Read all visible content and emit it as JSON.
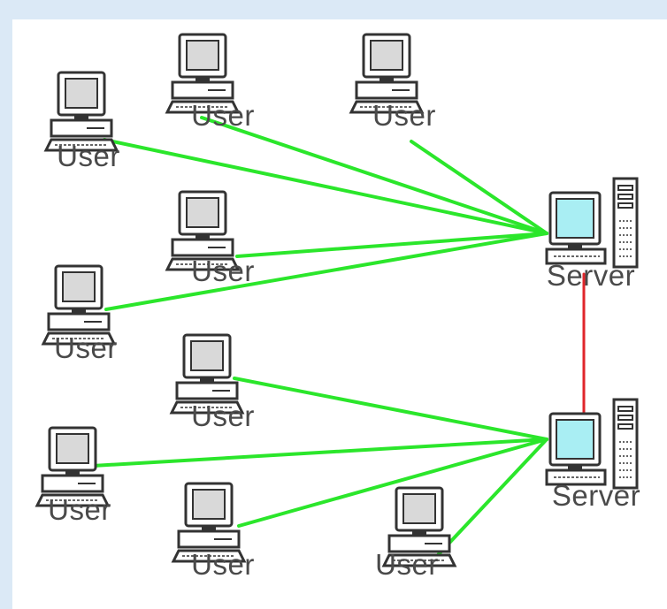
{
  "colors": {
    "frame": "#dbe9f6",
    "user_link": "#2be62b",
    "server_link": "#e0262b",
    "screen_user": "#d9d9d9",
    "screen_server": "#a9eef3",
    "outline": "#333333"
  },
  "users": [
    {
      "id": "u1",
      "label": "User",
      "icon": "desktop-computer-icon"
    },
    {
      "id": "u2",
      "label": "User",
      "icon": "desktop-computer-icon"
    },
    {
      "id": "u3",
      "label": "User",
      "icon": "desktop-computer-icon"
    },
    {
      "id": "u4",
      "label": "User",
      "icon": "desktop-computer-icon"
    },
    {
      "id": "u5",
      "label": "User",
      "icon": "desktop-computer-icon"
    },
    {
      "id": "u6",
      "label": "User",
      "icon": "desktop-computer-icon"
    },
    {
      "id": "u7",
      "label": "User",
      "icon": "desktop-computer-icon"
    },
    {
      "id": "u8",
      "label": "User",
      "icon": "desktop-computer-icon"
    },
    {
      "id": "u9",
      "label": "User",
      "icon": "desktop-computer-icon"
    }
  ],
  "servers": [
    {
      "id": "s1",
      "label": "Server",
      "icon": "server-tower-icon"
    },
    {
      "id": "s2",
      "label": "Server",
      "icon": "server-tower-icon"
    }
  ],
  "links": [
    {
      "from": "u1",
      "to": "s1",
      "kind": "user"
    },
    {
      "from": "u2",
      "to": "s1",
      "kind": "user"
    },
    {
      "from": "u3",
      "to": "s1",
      "kind": "user"
    },
    {
      "from": "u4",
      "to": "s1",
      "kind": "user"
    },
    {
      "from": "u5",
      "to": "s1",
      "kind": "user"
    },
    {
      "from": "u6",
      "to": "s2",
      "kind": "user"
    },
    {
      "from": "u7",
      "to": "s2",
      "kind": "user"
    },
    {
      "from": "u8",
      "to": "s2",
      "kind": "user"
    },
    {
      "from": "u9",
      "to": "s2",
      "kind": "user"
    },
    {
      "from": "s1",
      "to": "s2",
      "kind": "server"
    }
  ]
}
